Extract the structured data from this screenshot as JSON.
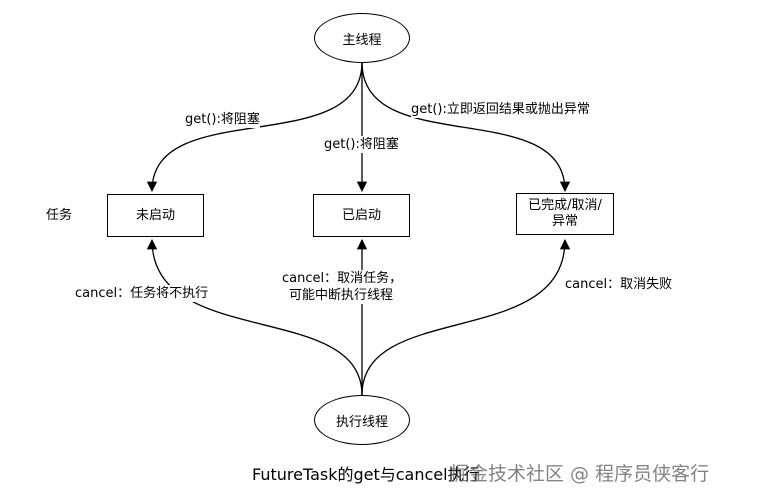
{
  "nodes": {
    "main_thread": "主线程",
    "exec_thread": "执行线程",
    "not_started": "未启动",
    "started": "已启动",
    "done_line1": "已完成/取消/",
    "done_line2": "异常"
  },
  "labels": {
    "task": "任务",
    "get_block_left": "get():将阻塞",
    "get_block_mid": "get():将阻塞",
    "get_return": "get():立即返回结果或抛出异常",
    "cancel_left": "cancel：任务将不执行",
    "cancel_mid_line1": "cancel：取消任务，",
    "cancel_mid_line2": "可能中断执行线程",
    "cancel_right": "cancel：取消失败"
  },
  "caption": "FutureTask的get与cancel执行",
  "watermark": "掘金技术社区 @ 程序员侠客行"
}
